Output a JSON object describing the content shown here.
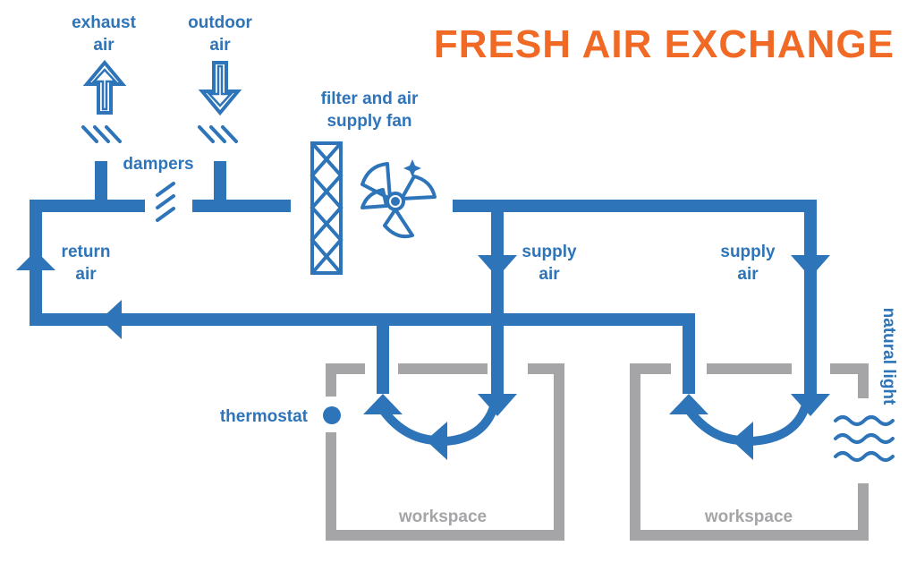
{
  "title": "FRESH AIR EXCHANGE",
  "labels": {
    "exhaust_air": [
      "exhaust",
      "air"
    ],
    "outdoor_air": [
      "outdoor",
      "air"
    ],
    "dampers": "dampers",
    "filter_fan": [
      "filter and air",
      "supply fan"
    ],
    "return_air": [
      "return",
      "air"
    ],
    "supply_air_1": [
      "supply",
      "air"
    ],
    "supply_air_2": [
      "supply",
      "air"
    ],
    "thermostat": "thermostat",
    "natural_light": "natural light",
    "workspace_1": "workspace",
    "workspace_2": "workspace"
  },
  "colors": {
    "duct": "#2e74b8",
    "wall": "#a5a5a8",
    "title": "#f06a25"
  }
}
